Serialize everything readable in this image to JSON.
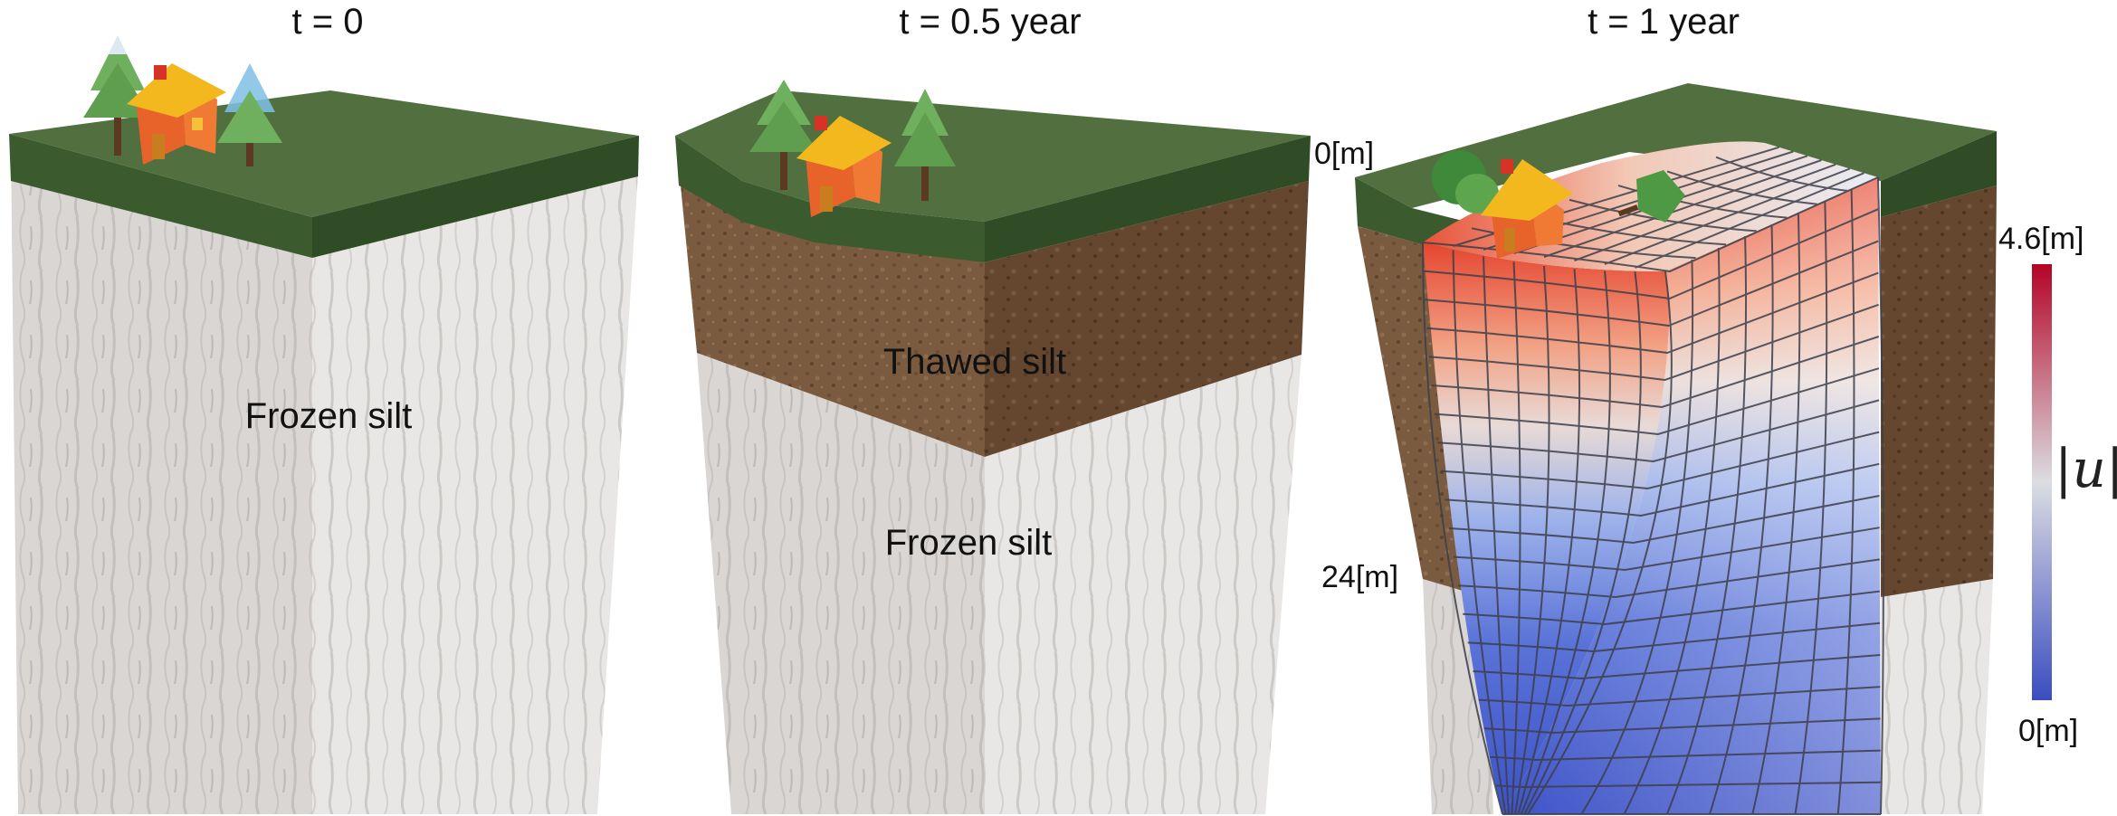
{
  "panels": [
    {
      "title": "t = 0",
      "labels": [
        "Frozen silt"
      ]
    },
    {
      "title": "t = 0.5 year",
      "labels": [
        "Thawed silt",
        "Frozen silt"
      ]
    },
    {
      "title": "t = 1 year",
      "labels": []
    }
  ],
  "depth_markers": {
    "top": "0[m]",
    "bottom": "24[m]"
  },
  "colorbar": {
    "max_label": "4.6[m]",
    "min_label": "0[m]",
    "symbol": "|u|",
    "colors": [
      "#3b4cc0",
      "#dcdde2",
      "#b40426"
    ]
  },
  "colors": {
    "grass_top": "#52703f",
    "grass_side": "#3a5a2e",
    "frozen_silt": "#dbd8d6",
    "thawed_silt": "#7a5a40",
    "house_roof": "#f2b81e",
    "house_wall": "#e8632a",
    "tree": "#5e9e4e"
  }
}
